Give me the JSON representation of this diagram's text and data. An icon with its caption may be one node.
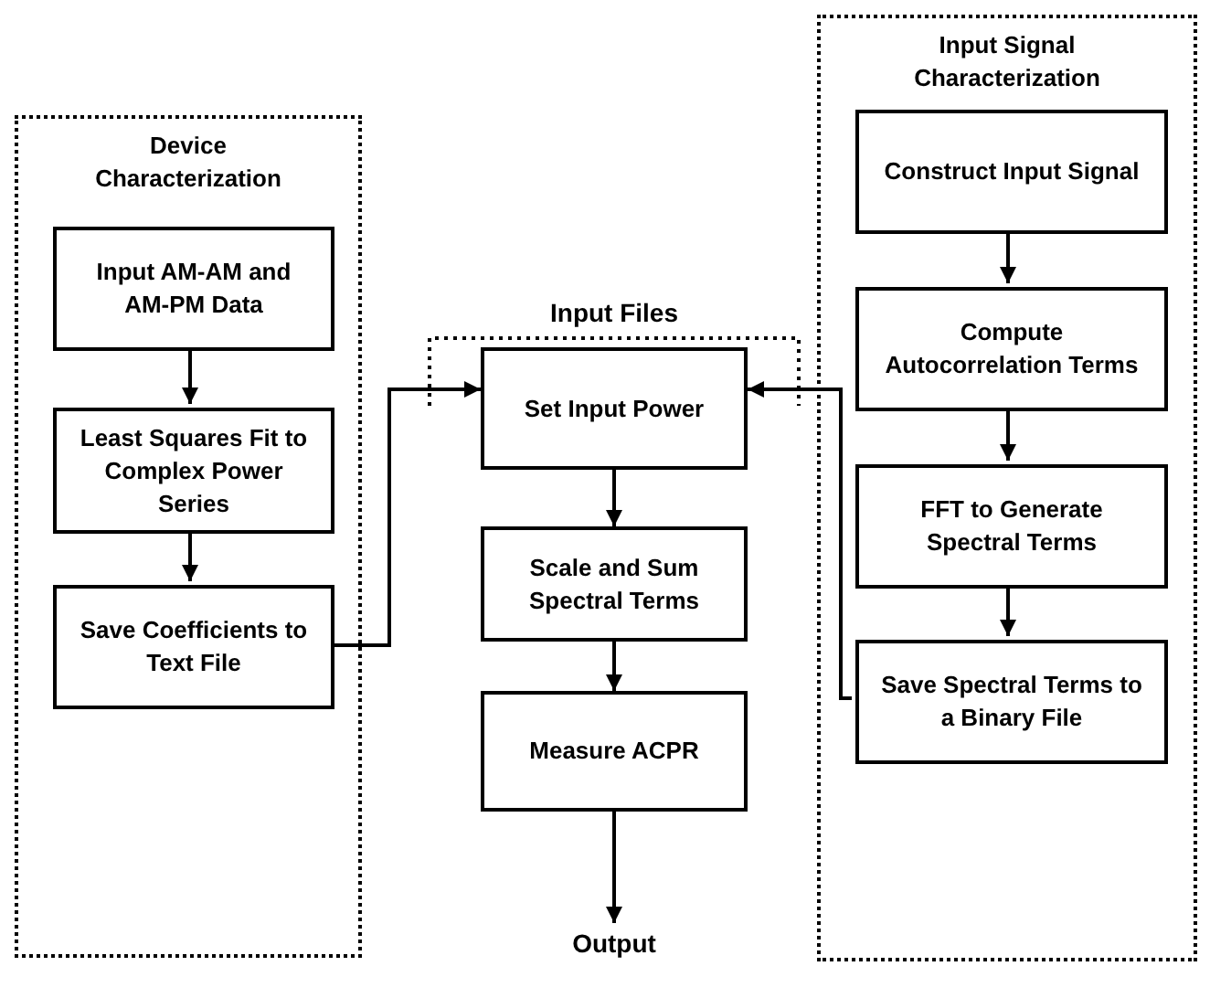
{
  "diagram": {
    "nodes": [
      {
        "text": [
          "Device Characterization"
        ]
      },
      {
        "text": [
          "Input AM-AM and AM-PM Data"
        ],
        "in": 0
      },
      {
        "text": [
          "Least Squares Fit to Complex Power Series"
        ],
        "in": 0
      },
      {
        "text": [
          "Save Coefficients to Text File"
        ],
        "in": 0
      },
      {
        "text": [
          "Input Files"
        ]
      },
      {
        "text": [
          "Set Input Power"
        ]
      },
      {
        "text": [
          "Scale and Sum Spectral Terms"
        ]
      },
      {
        "text": [
          "Measure ACPR"
        ]
      },
      {
        "text": [
          "Output"
        ]
      },
      {
        "text": [
          "Input Signal Characterization"
        ]
      },
      {
        "text": [
          "Construct Input Signal"
        ],
        "in": 9
      },
      {
        "text": [
          "Compute Autocorrelation Terms"
        ],
        "in": 9
      },
      {
        "text": [
          "FFT to Generate Spectral Terms"
        ],
        "in": 9
      },
      {
        "text": [
          "Save Spectral Terms to a Binary File"
        ],
        "in": 9
      }
    ],
    "edges": [
      {
        "from": 1,
        "to": 2,
        "arrow": "to"
      },
      {
        "from": 2,
        "to": 3,
        "arrow": "to"
      },
      {
        "from": 3,
        "to": 5,
        "arrow": "to"
      },
      {
        "from": 10,
        "to": 11,
        "arrow": "to"
      },
      {
        "from": 11,
        "to": 12,
        "arrow": "to"
      },
      {
        "from": 12,
        "to": 13,
        "arrow": "to"
      },
      {
        "from": 13,
        "to": 5,
        "arrow": "to"
      },
      {
        "from": 5,
        "to": 6,
        "arrow": "to"
      },
      {
        "from": 6,
        "to": 7,
        "arrow": "to"
      },
      {
        "from": 7,
        "to": 8,
        "arrow": "to"
      }
    ]
  }
}
